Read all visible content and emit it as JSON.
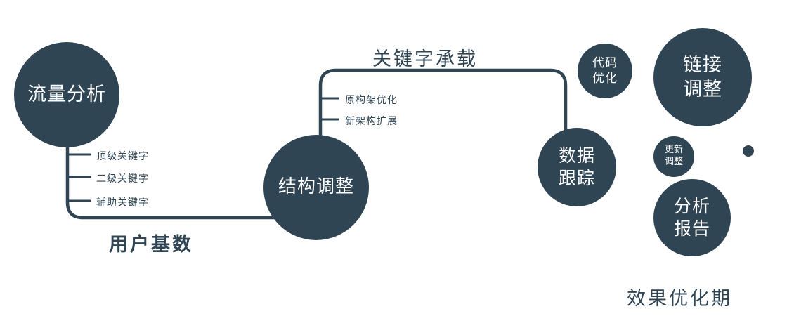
{
  "colors": {
    "primary": "#2F4554",
    "node_text": "#FFFFFF",
    "background": "#FFFFFF"
  },
  "nodes": {
    "traffic": {
      "label": "流量分析"
    },
    "structure": {
      "label": "结构调整"
    },
    "tracking": {
      "line1": "数据",
      "line2": "跟踪"
    },
    "code": {
      "line1": "代码",
      "line2": "优化"
    },
    "link": {
      "line1": "链接",
      "line2": "调整"
    },
    "update": {
      "line1": "更新",
      "line2": "调整"
    },
    "report": {
      "line1": "分析",
      "line2": "报告"
    }
  },
  "edge_labels": {
    "keyword_carry": "关键字承载",
    "user_base": "用户基数"
  },
  "stage_label": "效果优化期",
  "branches": {
    "traffic": [
      "顶级关键字",
      "二级关键字",
      "辅助关键字"
    ],
    "structure": [
      "原构架优化",
      "新架构扩展"
    ]
  }
}
